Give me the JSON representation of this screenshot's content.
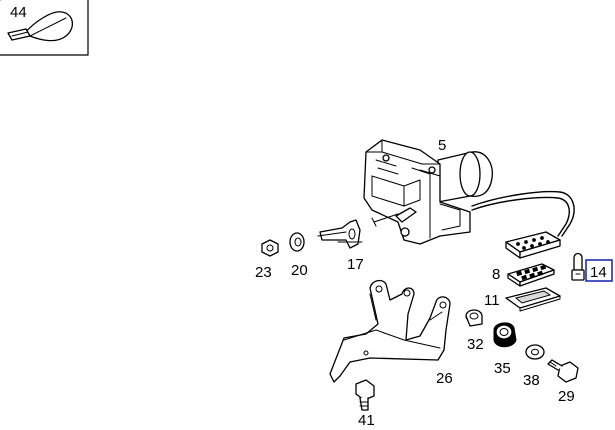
{
  "callouts": {
    "c44": "44",
    "c5": "5",
    "c23": "23",
    "c20": "20",
    "c17": "17",
    "c8": "8",
    "c14": "14",
    "c11": "11",
    "c32": "32",
    "c35": "35",
    "c38": "38",
    "c29": "29",
    "c26": "26",
    "c41": "41"
  },
  "highlighted_callout": "14",
  "colors": {
    "highlight_border": "#1f2fb0",
    "ink": "#000000",
    "background": "#ffffff"
  }
}
